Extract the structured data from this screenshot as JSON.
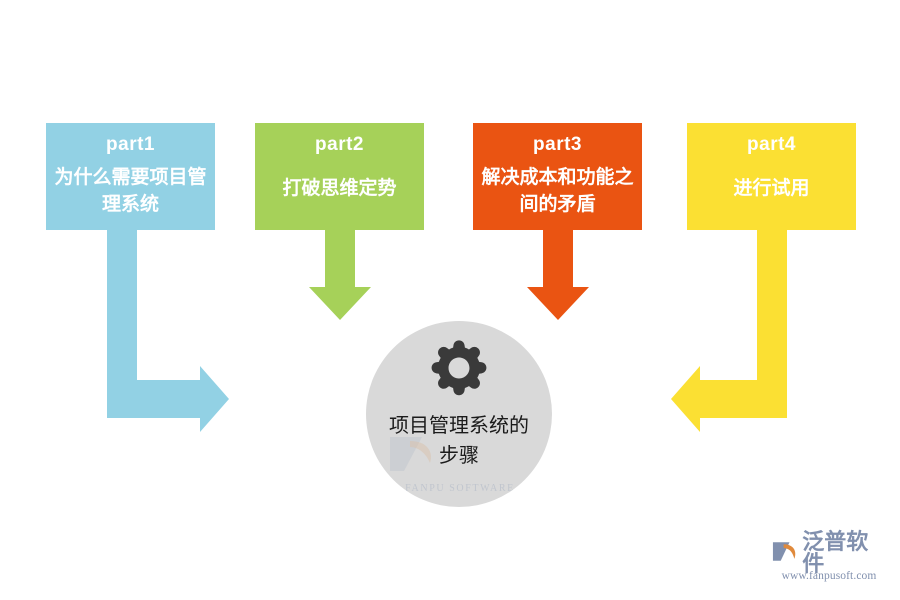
{
  "diagram": {
    "title": "项目管理系统的步骤",
    "parts": [
      {
        "label": "part1",
        "text": "为什么需要项目管理系统",
        "color": "#92D1E4",
        "arrow": "elbow-down-right"
      },
      {
        "label": "part2",
        "text": "打破思维定势",
        "color": "#A6D159",
        "arrow": "down"
      },
      {
        "label": "part3",
        "text": "解决成本和功能之间的矛盾",
        "color": "#EA5412",
        "arrow": "down"
      },
      {
        "label": "part4",
        "text": "进行试用",
        "color": "#FBE033",
        "arrow": "elbow-down-left"
      }
    ],
    "center": {
      "icon": "gear-icon",
      "icon_color": "#3A3A3A",
      "background": "#D9D9D9",
      "text": "项目管理系统的步骤",
      "watermark_text": "FANPU SOFTWARE"
    }
  },
  "branding": {
    "name": "泛普软件",
    "url": "www.fanpusoft.com",
    "color": "#8190AE"
  }
}
